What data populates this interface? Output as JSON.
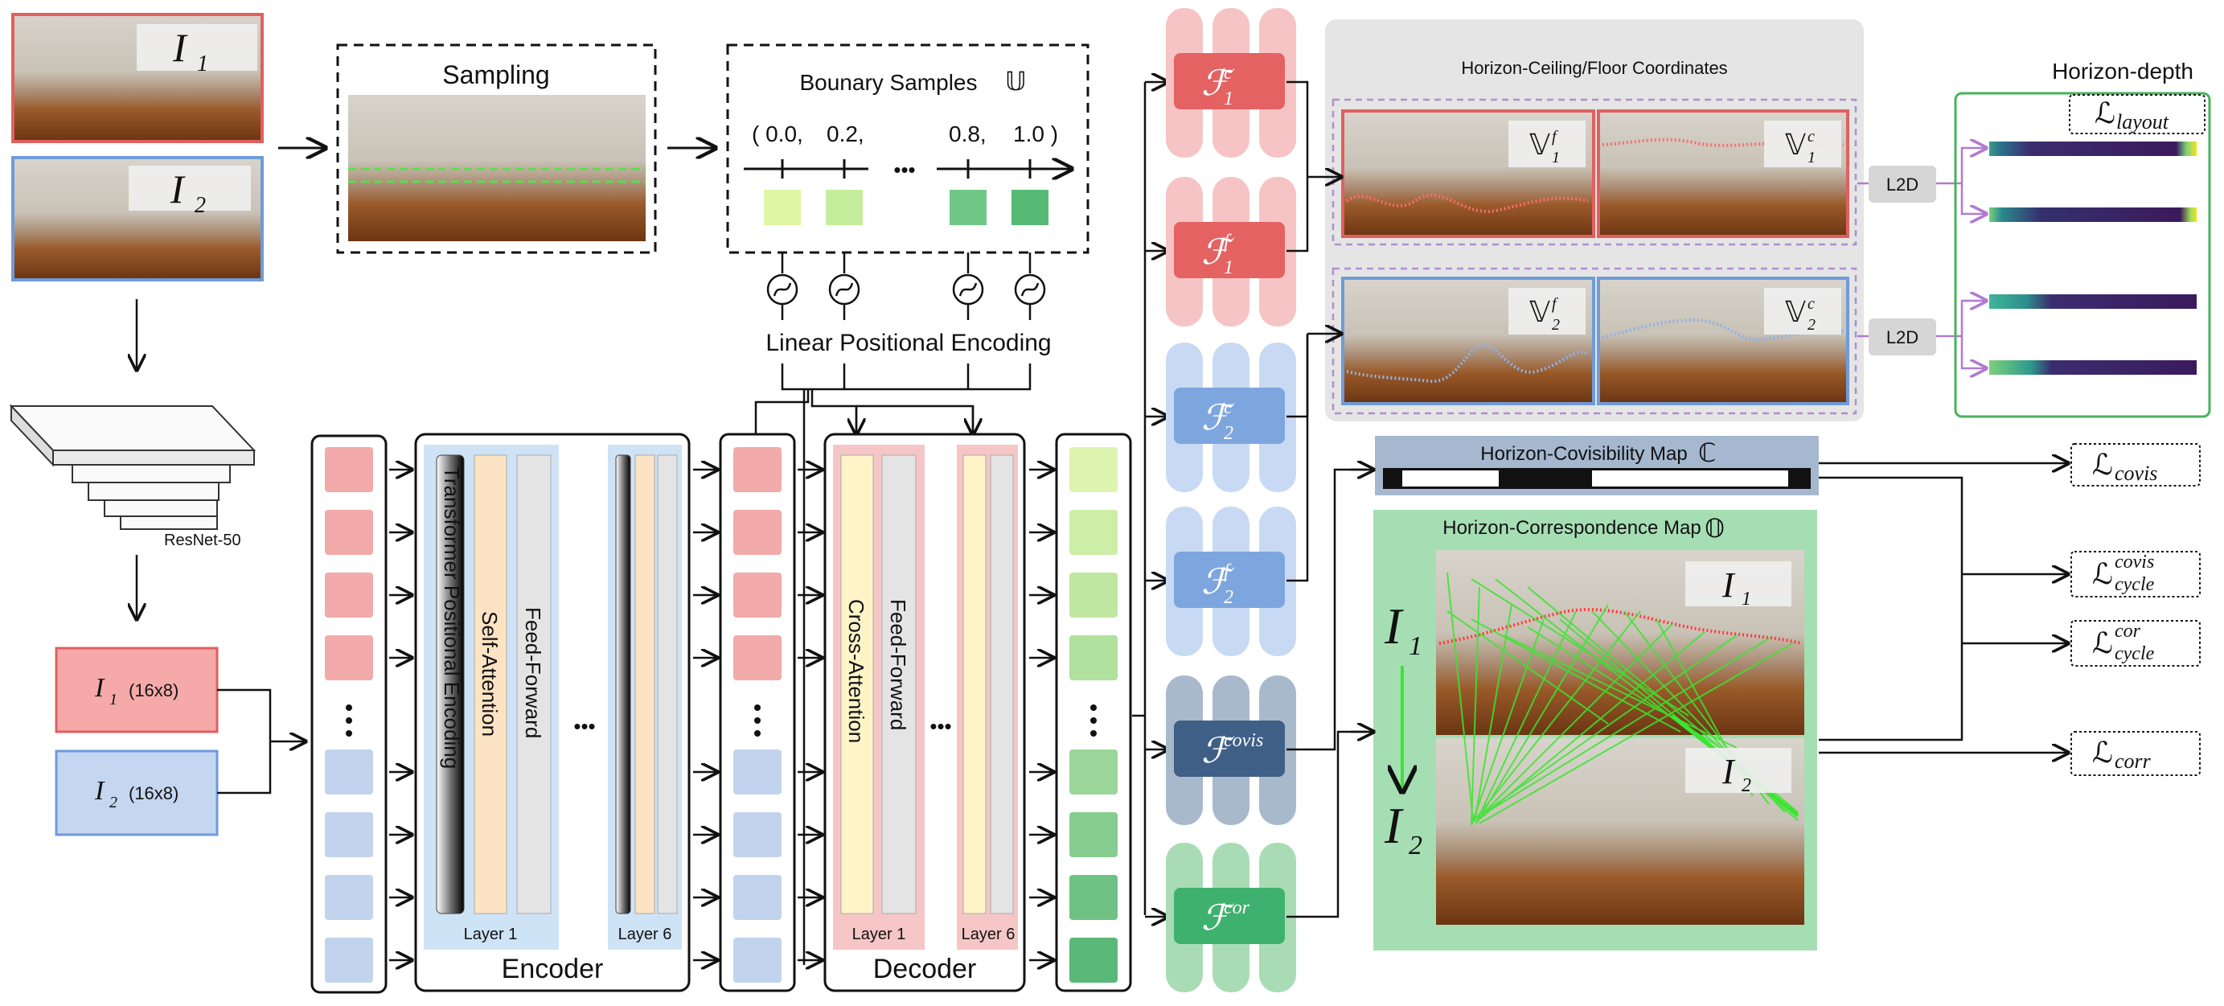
{
  "inputs": {
    "img1_label": "I",
    "img1_sub": "1",
    "img2_label": "I",
    "img2_sub": "2"
  },
  "sampling": {
    "title": "Sampling"
  },
  "boundary": {
    "title": "Bounary Samples",
    "symbol": "𝕌",
    "values": [
      "( 0.0,",
      "0.2,",
      "0.8,",
      "1.0 )"
    ],
    "ellipsis": "•••",
    "encoding_label": "Linear Positional Encoding",
    "wave_symbol": "∿"
  },
  "backbone": {
    "label": "ResNet-50"
  },
  "features": [
    {
      "label": "I",
      "sub": "1",
      "size": "(16x8)"
    },
    {
      "label": "I",
      "sub": "2",
      "size": "(16x8)"
    }
  ],
  "encoder": {
    "title": "Encoder",
    "tpe_label": "Transformer Positional Encoding",
    "sa_label": "Self-Attention",
    "ff_label": "Feed-Forward",
    "layer_first": "Layer 1",
    "layer_last": "Layer 6",
    "ellipsis": "•••"
  },
  "decoder": {
    "title": "Decoder",
    "ca_label": "Cross-Attention",
    "ff_label": "Feed-Forward",
    "layer_first": "Layer 1",
    "layer_last": "Layer 6",
    "ellipsis": "•••"
  },
  "token_dots": "•\n•\n•",
  "heads": [
    {
      "sym": "ℱ",
      "sup": "c",
      "sub": "1"
    },
    {
      "sym": "ℱ",
      "sup": "f",
      "sub": "1"
    },
    {
      "sym": "ℱ",
      "sup": "c",
      "sub": "2"
    },
    {
      "sym": "ℱ",
      "sup": "f",
      "sub": "2"
    },
    {
      "sym": "ℱ",
      "sup": "covis",
      "sub": ""
    },
    {
      "sym": "ℱ",
      "sup": "cor",
      "sub": ""
    }
  ],
  "horizon_coords": {
    "title": "Horizon-Ceiling/Floor Coordinates",
    "v1f": {
      "sym": "𝕍",
      "sup": "f",
      "sub": "1"
    },
    "v1c": {
      "sym": "𝕍",
      "sup": "c",
      "sub": "1"
    },
    "v2f": {
      "sym": "𝕍",
      "sup": "f",
      "sub": "2"
    },
    "v2c": {
      "sym": "𝕍",
      "sup": "c",
      "sub": "2"
    }
  },
  "l2d": {
    "label": "L2D"
  },
  "horizon_depth": {
    "title": "Horizon-depth",
    "loss": "ℒ",
    "loss_sub": "layout"
  },
  "covis_map": {
    "title": "Horizon-Covisibility Map",
    "symbol": "ℂ"
  },
  "corr_map": {
    "title": "Horizon-Correspondence Map",
    "symbol": "𝕆",
    "i1": "I",
    "i1_sub": "1",
    "i2": "I",
    "i2_sub": "2"
  },
  "losses": [
    {
      "sym": "ℒ",
      "sub": "covis",
      "sup": ""
    },
    {
      "sym": "ℒ",
      "sub": "cycle",
      "sup": "covis"
    },
    {
      "sym": "ℒ",
      "sub": "cycle",
      "sup": "cor"
    },
    {
      "sym": "ℒ",
      "sub": "corr",
      "sup": ""
    }
  ],
  "colors": {
    "red_border": "#e06060",
    "blue_border": "#6f9bd8",
    "red_token": "#f2aaaa",
    "blue_token": "#c2d3ee",
    "head_red": "#e46262",
    "head_blue": "#7ea6de",
    "head_navy": "#3f5f86",
    "head_green": "#3fb16e",
    "green_panel": "#a6deb4",
    "gray_panel": "#e6e6e6"
  }
}
